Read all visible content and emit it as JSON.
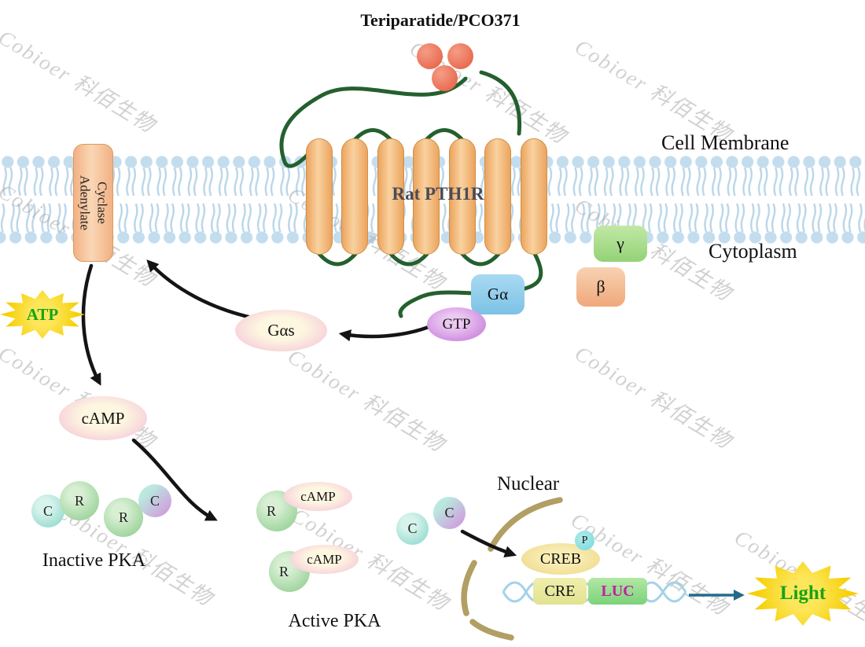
{
  "title": "Teriparatide/PCO371",
  "watermark": {
    "text": "Cobioer 科佰生物"
  },
  "membrane": {
    "cell_membrane": "Cell Membrane",
    "cytoplasm": "Cytoplasm"
  },
  "receptor": {
    "name": "Rat PTH1R"
  },
  "adenylate_cyclase": {
    "line1": "Adenylate",
    "line2": "Cyclase"
  },
  "g_protein": {
    "g_alpha": "Gα",
    "gtp": "GTP",
    "g_alpha_s": "Gαs",
    "gamma": "γ",
    "beta": "β"
  },
  "messengers": {
    "atp": "ATP",
    "camp": "cAMP"
  },
  "pka": {
    "inactive_label": "Inactive PKA",
    "active_label": "Active PKA",
    "c": "C",
    "r": "R",
    "camp": "cAMP"
  },
  "nucleus": {
    "label": "Nuclear",
    "creb": "CREB",
    "phospho": "P",
    "cre": "CRE",
    "luc": "LUC",
    "light": "Light"
  },
  "colors": {
    "membrane_blue": "#c3ddee",
    "helix_orange": "#eca45e",
    "loop_green": "#24602e",
    "ligand_red": "#e7664a",
    "star_yellow": "#f6cf06",
    "green_text": "#17a317",
    "luc_magenta": "#c21fa8",
    "arrow_black": "#141414",
    "light_arrow_teal": "#246b8a",
    "nuclear_envelope_tan": "#b19f63"
  }
}
